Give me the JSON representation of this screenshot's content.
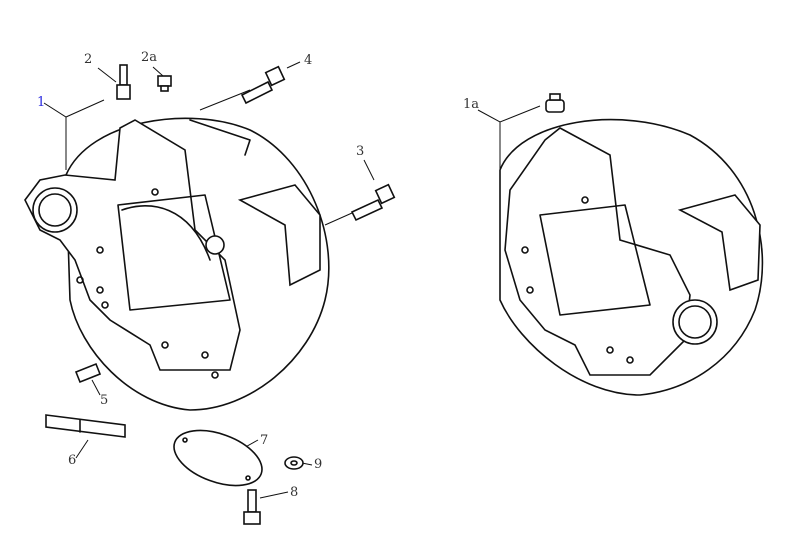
{
  "callouts": {
    "c1": "1",
    "c2": "2",
    "c2a": "2a",
    "c3": "3",
    "c4": "4",
    "c1a": "1a",
    "c5": "5",
    "c6": "6",
    "c7": "7",
    "c8": "8",
    "c9": "9"
  },
  "colors": {
    "link": "#2a2ae0",
    "line": "#111111"
  }
}
